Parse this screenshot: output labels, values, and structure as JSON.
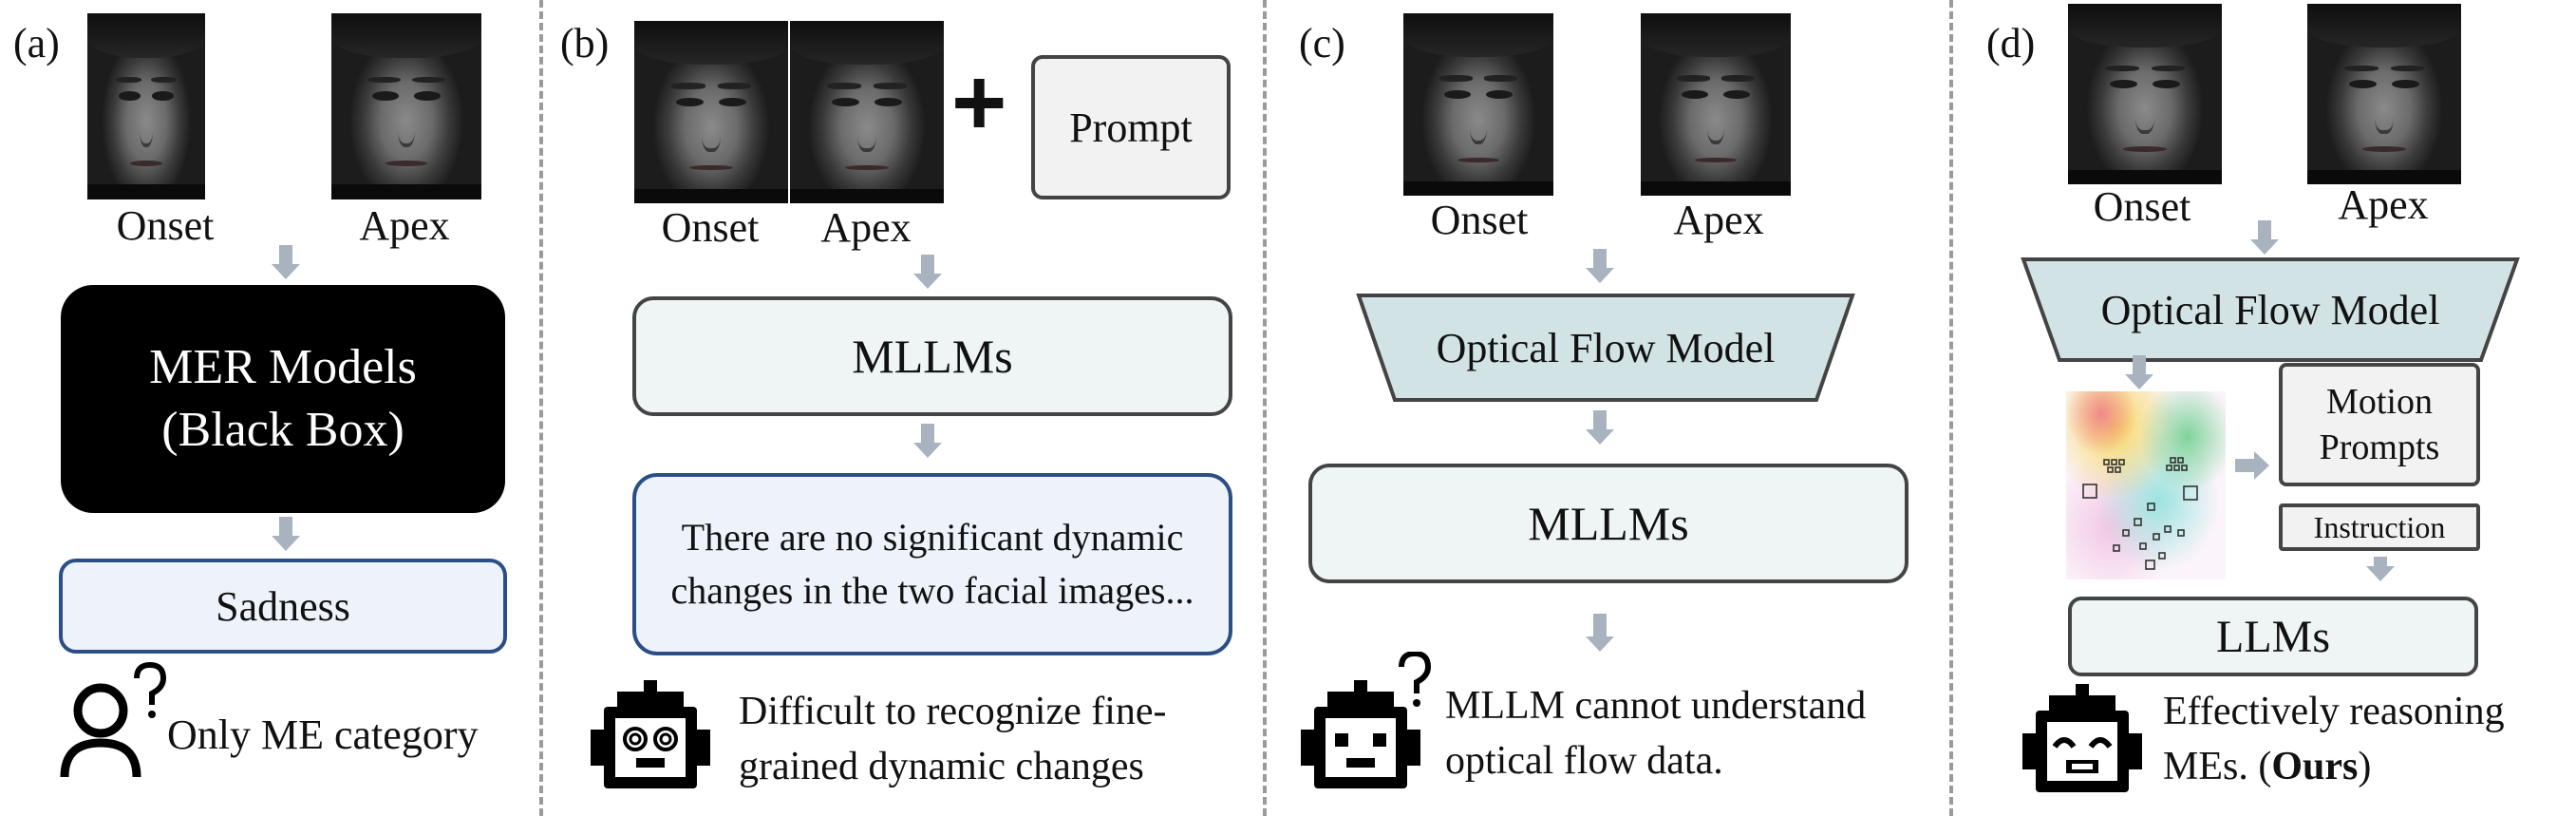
{
  "panels": {
    "a": {
      "label": "(a)",
      "onset_caption": "Onset",
      "apex_caption": "Apex",
      "model_box_line1": "MER Models",
      "model_box_line2": "(Black Box)",
      "output_label": "Sadness",
      "note": "Only ME category"
    },
    "b": {
      "label": "(b)",
      "onset_caption": "Onset",
      "apex_caption": "Apex",
      "plus": "+",
      "prompt_label": "Prompt",
      "model_label": "MLLMs",
      "output_line1": "There are no significant dynamic",
      "output_line2": "changes in the two facial images...",
      "note_line1": "Difficult to recognize fine-",
      "note_line2": "grained dynamic changes"
    },
    "c": {
      "label": "(c)",
      "onset_caption": "Onset",
      "apex_caption": "Apex",
      "flow_model_label": "Optical Flow Model",
      "model_label": "MLLMs",
      "note_line1": "MLLM cannot understand",
      "note_line2": "optical flow data."
    },
    "d": {
      "label": "(d)",
      "onset_caption": "Onset",
      "apex_caption": "Apex",
      "flow_model_label": "Optical Flow Model",
      "motion_prompts_line1": "Motion",
      "motion_prompts_line2": "Prompts",
      "instruction_label": "Instruction",
      "llm_label": "LLMs",
      "note_line1": "Effectively reasoning",
      "note_line2_prefix": "MEs. (",
      "note_line2_bold": "Ours",
      "note_line2_suffix": ")"
    }
  },
  "colors": {
    "arrow": "#a9b3bf",
    "black_box": "#000000",
    "output_box_fill": "#eef3fb",
    "output_box_border": "#2c4e86",
    "mint_fill": "#eef5f4",
    "trapezoid_fill": "#d2e3e6",
    "prompt_fill": "#f2f2f2"
  },
  "icons": [
    "user-question-icon",
    "robot-confused-icon",
    "robot-question-icon",
    "robot-happy-icon",
    "optical-flow-map-icon"
  ]
}
